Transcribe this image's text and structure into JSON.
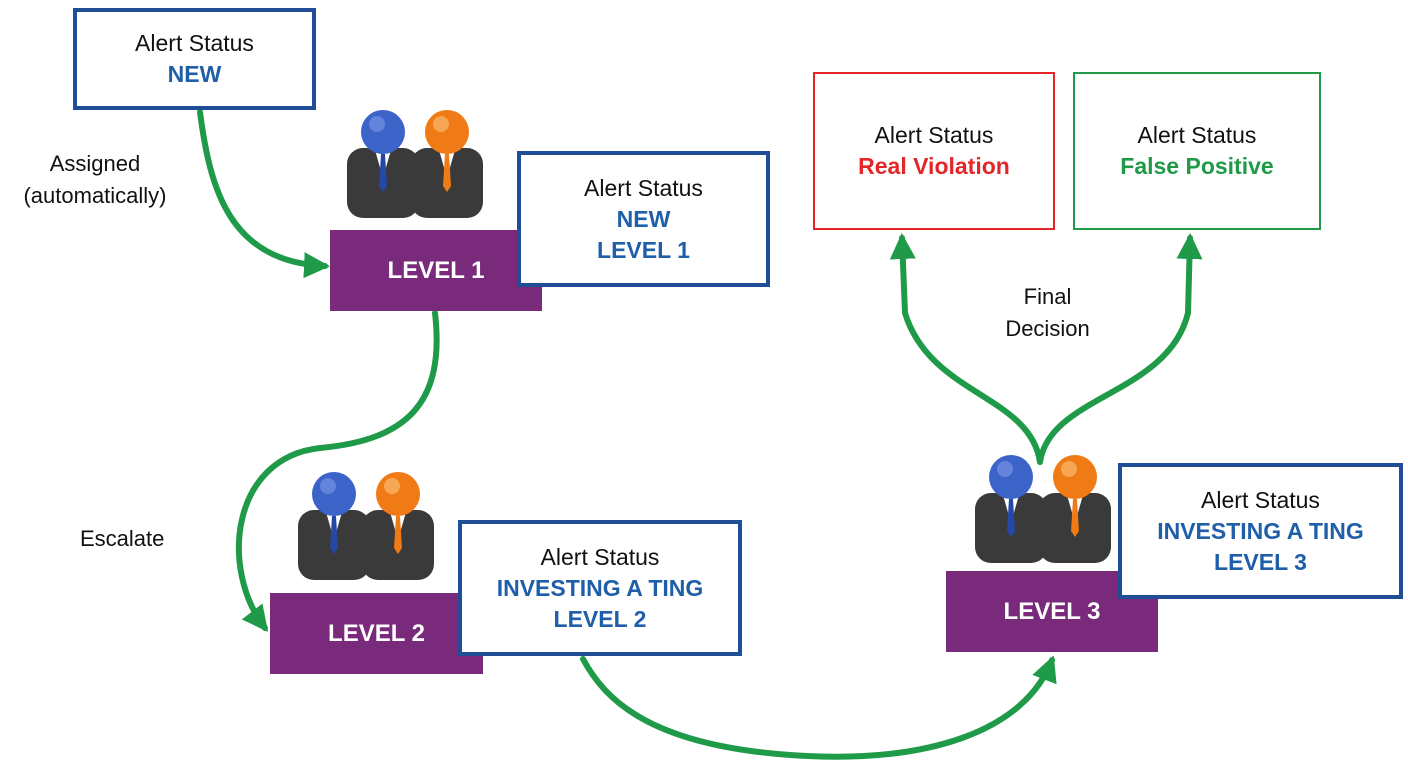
{
  "colors": {
    "arrow": "#1f9a48",
    "level_block": "#7a2a7b",
    "box_border_blue": "#1f4e96",
    "status_blue": "#1f5ea8",
    "status_red": "#e52629",
    "status_green": "#1f9a48",
    "person_left_head": "#3c63c8",
    "person_right_head": "#f07a16"
  },
  "icons": {
    "people": "two-businessmen-icon"
  },
  "start": {
    "label": "Alert Status",
    "value": "NEW"
  },
  "edges": {
    "assigned": "Assigned\n(automatically)",
    "escalate": "Escalate",
    "final_decision": "Final\nDecision"
  },
  "level1": {
    "block": "LEVEL 1",
    "label": "Alert Status",
    "value1": "NEW",
    "value2": "LEVEL 1"
  },
  "level2": {
    "block": "LEVEL 2",
    "label": "Alert Status",
    "value1": "INVESTING A TING",
    "value2": "LEVEL 2"
  },
  "level3": {
    "block": "LEVEL 3",
    "label": "Alert Status",
    "value1": "INVESTING A TING",
    "value2": "LEVEL 3"
  },
  "outcomes": {
    "real": {
      "label": "Alert Status",
      "value": "Real Violation"
    },
    "false": {
      "label": "Alert Status",
      "value": "False Positive"
    }
  }
}
